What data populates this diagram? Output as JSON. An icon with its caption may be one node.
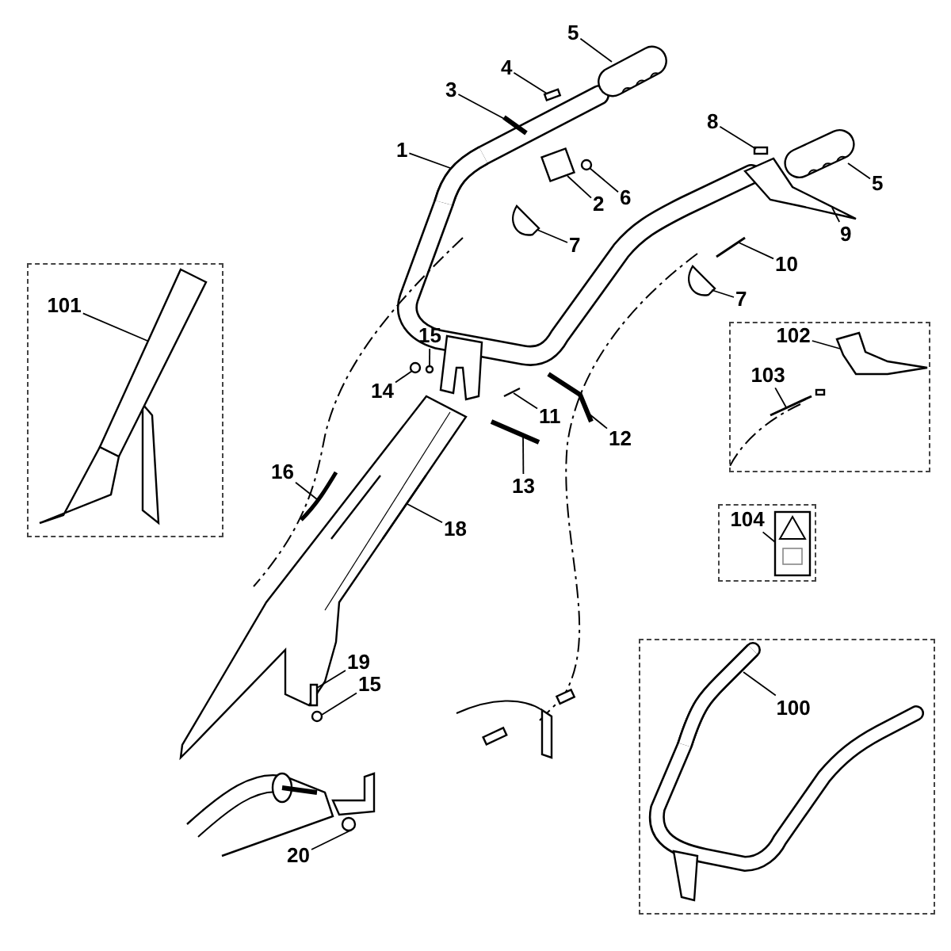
{
  "diagram": {
    "nodes": [
      {
        "text": [
          "5"
        ]
      },
      {
        "text": [
          "4"
        ]
      },
      {
        "text": [
          "3"
        ]
      },
      {
        "text": [
          "8"
        ]
      },
      {
        "text": [
          "1"
        ]
      },
      {
        "text": [
          "5"
        ]
      },
      {
        "text": [
          "6"
        ]
      },
      {
        "text": [
          "2"
        ]
      },
      {
        "text": [
          "9"
        ]
      },
      {
        "text": [
          "7"
        ]
      },
      {
        "text": [
          "10"
        ]
      },
      {
        "text": [],
        "shape": "box"
      },
      {
        "text": [
          "101"
        ],
        "in": 11
      },
      {
        "text": [
          "7"
        ]
      },
      {
        "text": [],
        "shape": "box"
      },
      {
        "text": [
          "102"
        ],
        "in": 14
      },
      {
        "text": [
          "103"
        ],
        "in": 14
      },
      {
        "text": [
          "15"
        ]
      },
      {
        "text": [
          "14"
        ]
      },
      {
        "text": [
          "11"
        ]
      },
      {
        "text": [
          "12"
        ]
      },
      {
        "text": [
          "16"
        ]
      },
      {
        "text": [
          "13"
        ]
      },
      {
        "text": [],
        "shape": "box"
      },
      {
        "text": [
          "104"
        ],
        "in": 23
      },
      {
        "text": [
          "18"
        ]
      },
      {
        "text": [],
        "shape": "box"
      },
      {
        "text": [
          "19"
        ]
      },
      {
        "text": [
          "15"
        ]
      },
      {
        "text": [
          "100"
        ],
        "in": 26
      },
      {
        "text": [
          "20"
        ]
      },
      {
        "text": [],
        "shape": "picture"
      },
      {
        "text": [],
        "shape": "box"
      },
      {
        "text": [],
        "shape": "picture"
      },
      {
        "text": [],
        "shape": "box"
      },
      {
        "text": [],
        "shape": "picture"
      },
      {
        "text": [],
        "shape": "picture"
      },
      {
        "text": [],
        "shape": "circle"
      },
      {
        "text": [],
        "shape": "box"
      },
      {
        "text": [],
        "shape": "picture"
      },
      {
        "text": [],
        "shape": "picture"
      },
      {
        "text": [],
        "shape": "picture"
      },
      {
        "text": [],
        "shape": "picture",
        "in": 11
      },
      {
        "text": [],
        "shape": "picture"
      },
      {
        "text": [],
        "shape": "picture",
        "in": 14
      },
      {
        "text": [],
        "shape": "picture",
        "in": 14
      },
      {
        "text": [],
        "shape": "circle"
      },
      {
        "text": [],
        "shape": "circle"
      },
      {
        "text": [],
        "shape": "picture"
      },
      {
        "text": [],
        "shape": "picture"
      },
      {
        "text": [],
        "shape": "picture"
      },
      {
        "text": [],
        "shape": "picture"
      },
      {
        "text": [],
        "shape": "picture",
        "in": 23
      },
      {
        "text": [],
        "shape": "picture"
      },
      {
        "text": [],
        "shape": "box"
      },
      {
        "text": [],
        "shape": "circle"
      },
      {
        "text": [],
        "shape": "picture",
        "in": 26
      },
      {
        "text": [],
        "shape": "circle"
      }
    ],
    "edges": [
      {
        "from": 0,
        "to": 31,
        "arrow": "none"
      },
      {
        "from": 1,
        "to": 32,
        "arrow": "none"
      },
      {
        "from": 2,
        "to": 33,
        "arrow": "none"
      },
      {
        "from": 3,
        "to": 34,
        "arrow": "none"
      },
      {
        "from": 4,
        "to": 35,
        "arrow": "none"
      },
      {
        "from": 5,
        "to": 36,
        "arrow": "none"
      },
      {
        "from": 6,
        "to": 37,
        "arrow": "none"
      },
      {
        "from": 7,
        "to": 38,
        "arrow": "none"
      },
      {
        "from": 8,
        "to": 39,
        "arrow": "none"
      },
      {
        "from": 9,
        "to": 40,
        "arrow": "none"
      },
      {
        "from": 10,
        "to": 41,
        "arrow": "none"
      },
      {
        "from": 12,
        "to": 42,
        "arrow": "none"
      },
      {
        "from": 13,
        "to": 43,
        "arrow": "none"
      },
      {
        "from": 15,
        "to": 44,
        "arrow": "none"
      },
      {
        "from": 16,
        "to": 45,
        "arrow": "none"
      },
      {
        "from": 17,
        "to": 46,
        "arrow": "none"
      },
      {
        "from": 18,
        "to": 47,
        "arrow": "none"
      },
      {
        "from": 19,
        "to": 48,
        "arrow": "none"
      },
      {
        "from": 20,
        "to": 49,
        "arrow": "none"
      },
      {
        "from": 21,
        "to": 50,
        "arrow": "none"
      },
      {
        "from": 22,
        "to": 51,
        "arrow": "none"
      },
      {
        "from": 24,
        "to": 52,
        "arrow": "none"
      },
      {
        "from": 25,
        "to": 53,
        "arrow": "none"
      },
      {
        "from": 27,
        "to": 54,
        "arrow": "none"
      },
      {
        "from": 28,
        "to": 55,
        "arrow": "none"
      },
      {
        "from": 29,
        "to": 56,
        "arrow": "none"
      },
      {
        "from": 30,
        "to": 57,
        "arrow": "none"
      }
    ]
  }
}
